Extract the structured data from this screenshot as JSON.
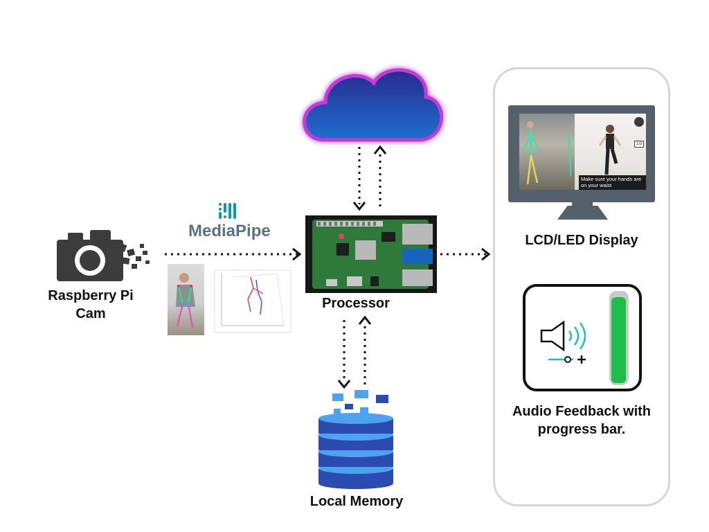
{
  "nodes": {
    "camera": {
      "label": "Raspberry Pi Cam"
    },
    "mediapipe": {
      "label": "MediaPipe"
    },
    "processor": {
      "label": "Processor"
    },
    "cloud": {
      "label": ""
    },
    "memory": {
      "label": "Local Memory"
    },
    "display": {
      "label": "LCD/LED Display",
      "screen_caption": "Make sure your hands are on your waist",
      "screen_badge": "1/3"
    },
    "audio": {
      "label": "Audio Feedback with progress bar.",
      "progress": 0.95
    }
  },
  "edges": [
    {
      "from": "camera",
      "to": "processor",
      "style": "dotted",
      "arrow": "forward"
    },
    {
      "from": "processor",
      "to": "cloud",
      "style": "dotted",
      "arrow": "forward"
    },
    {
      "from": "cloud",
      "to": "processor",
      "style": "dotted",
      "arrow": "forward"
    },
    {
      "from": "processor",
      "to": "memory",
      "style": "dotted",
      "arrow": "forward"
    },
    {
      "from": "memory",
      "to": "processor",
      "style": "dotted",
      "arrow": "forward"
    },
    {
      "from": "processor",
      "to": "display",
      "style": "dotted",
      "arrow": "forward"
    }
  ],
  "colors": {
    "cloud_top": "#2a2a8f",
    "cloud_bottom": "#1f6fd1",
    "cloud_glow": "#c23bd6",
    "database": "#2b4bb0",
    "database_light": "#4ea3f0",
    "progress": "#1fbd4a",
    "panel_border": "#d3d6da",
    "monitor": "#54606c",
    "speaker_wave": "#21b9c4",
    "mediapipe_text": "#5a7184",
    "mediapipe_icon": "#0a9ba8",
    "camera": "#3c3c3c"
  },
  "icons": {
    "camera": "camera-icon",
    "mediapipe": "mediapipe-logo-icon",
    "cloud": "cloud-icon",
    "memory": "database-icon",
    "processor": "raspberry-pi-board-icon",
    "speaker": "speaker-icon",
    "volume": "volume-slider-icon"
  }
}
